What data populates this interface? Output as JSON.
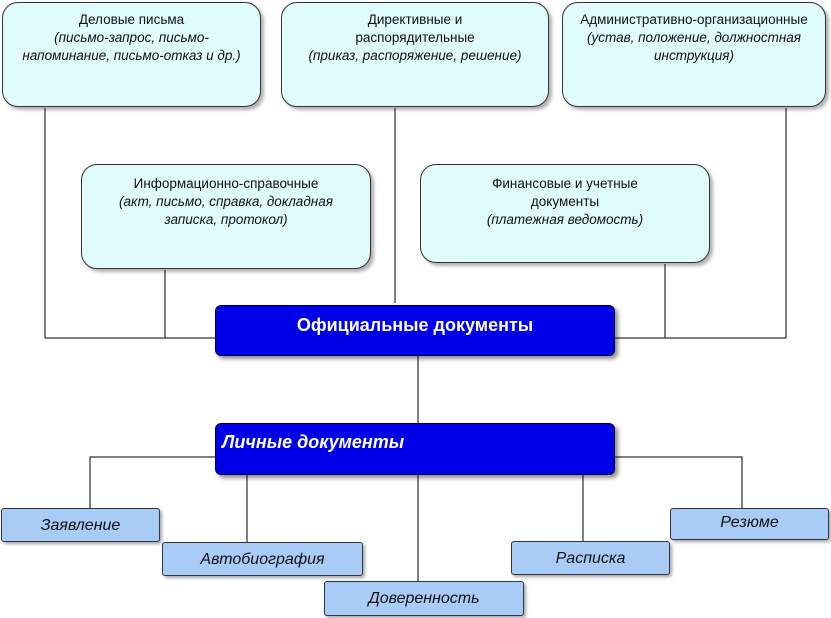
{
  "categories": {
    "business": {
      "title": "Деловые письма",
      "subtitle": "(письмо-запрос, письмо-напоминание, письмо-отказ и др.)"
    },
    "directive": {
      "title": "Директивные и распорядительные",
      "subtitle": "(приказ, распоряжение, решение)"
    },
    "admin": {
      "title": "Административно-организационные",
      "subtitle": "(устав, положение, должностная инструкция)"
    },
    "info": {
      "title": "Информационно-справочные",
      "subtitle": "(акт, письмо, справка, докладная записка, протокол)"
    },
    "finance": {
      "title": "Финансовые и учетные документы",
      "subtitle": "(платежная ведомость)"
    }
  },
  "official": {
    "label": "Официальные документы"
  },
  "personal": {
    "label": "Личные документы"
  },
  "leaves": {
    "statement": "Заявление",
    "autobiography": "Автобиография",
    "power_of_attorney": "Доверенность",
    "receipt": "Расписка",
    "resume": "Резюме"
  }
}
